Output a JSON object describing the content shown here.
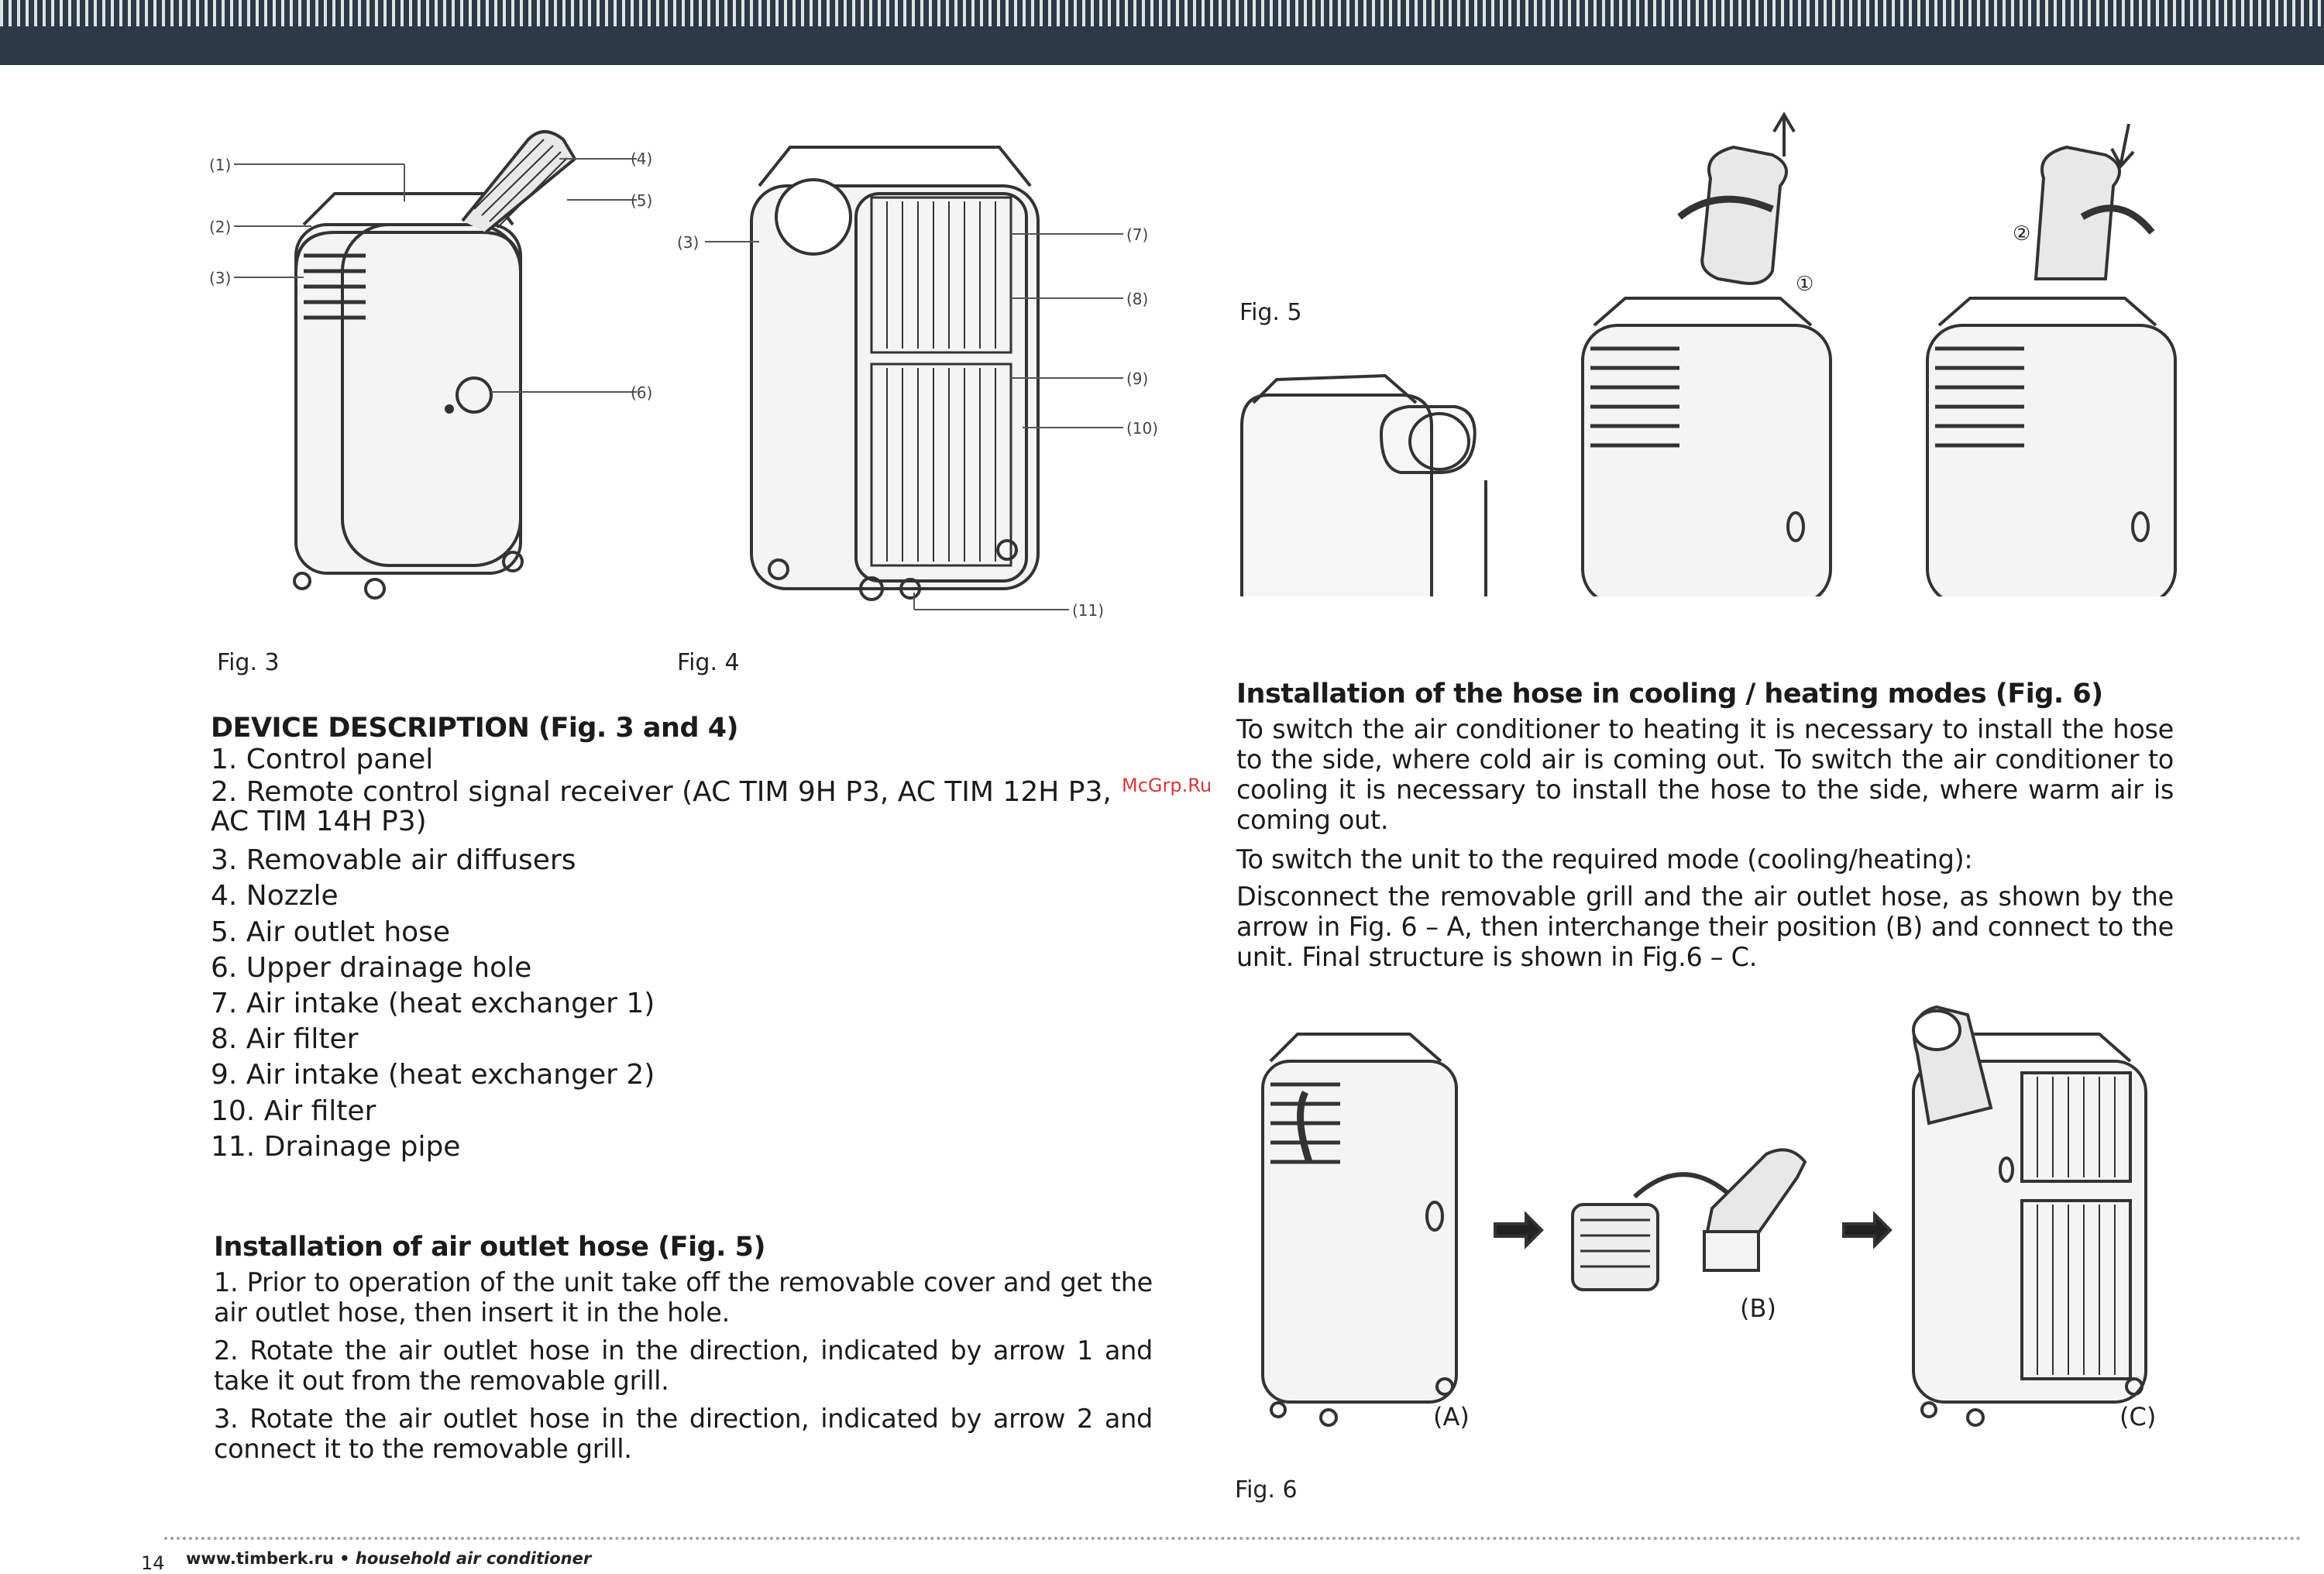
{
  "captions": {
    "fig3": "Fig. 3",
    "fig4": "Fig. 4",
    "fig5": "Fig. 5",
    "fig6": "Fig. 6"
  },
  "fig3_callouts": [
    "(1)",
    "(2)",
    "(3)",
    "(4)",
    "(5)",
    "(6)"
  ],
  "fig4_callouts": [
    "(3)",
    "(7)",
    "(8)",
    "(9)",
    "(10)",
    "(11)"
  ],
  "fig5_markers": [
    "①",
    "②"
  ],
  "fig6_labels": {
    "a": "(A)",
    "b": "(B)",
    "c": "(C)"
  },
  "device": {
    "title": "DEVICE DESCRIPTION (Fig. 3 and 4)",
    "items": [
      "1. Control panel",
      "2. Remote control signal receiver (AC TIM 9H P3, AC TIM 12H P3, AC TIM 14H P3)",
      "3. Removable air diffusers",
      "4. Nozzle",
      "5. Air outlet hose",
      "6. Upper drainage hole",
      "7. Air intake (heat exchanger 1)",
      "8. Air filter",
      "9. Air intake (heat exchanger 2)",
      "10. Air filter",
      "11. Drainage pipe"
    ]
  },
  "outlet": {
    "title": "Installation of air outlet hose (Fig. 5)",
    "steps": [
      "1. Prior to operation of the unit take off the removable cover and get the air outlet hose, then insert it in the hole.",
      "2. Rotate the air outlet hose in the direction, indicated by arrow 1 and take it out from the removable grill.",
      "3. Rotate the air outlet hose in the direction, indicated by arrow 2 and connect it to the removable grill."
    ]
  },
  "modes": {
    "title": "Installation of the hose in cooling / heating modes (Fig. 6)",
    "p1": "To switch the air conditioner to heating it is necessary to install the hose to the side, where cold air is coming out. To switch the air conditioner to cooling it is necessary to install the hose to the side, where warm air is coming out.",
    "p2": "To switch the unit to the required mode (cooling/heating):",
    "p3": "Disconnect the removable grill and the air outlet hose, as shown by the arrow in Fig. 6 – A, then interchange their position (B) and connect to the unit. Final structure is shown in Fig.6 – C."
  },
  "watermark": "McGrp.Ru",
  "footer": {
    "page": "14",
    "site": "www.timberk.ru • ",
    "tagline": "household air conditioner"
  }
}
